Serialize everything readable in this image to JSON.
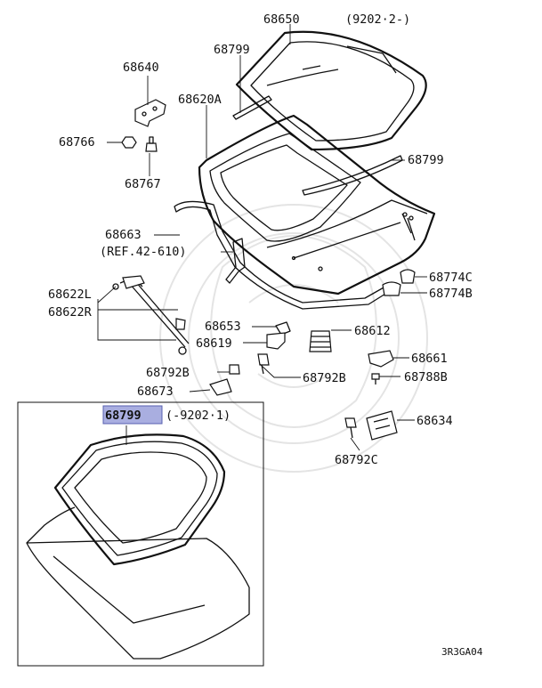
{
  "diagram": {
    "callouts": {
      "p68650": "68650",
      "p68650_range": "(9202·2-)",
      "p68640": "68640",
      "p68799_top": "68799",
      "p68620A": "68620A",
      "p68766": "68766",
      "p68767": "68767",
      "p68799_right": "68799",
      "p68663": "68663",
      "ref": "(REF.42-610)",
      "p68622L": "68622L",
      "p68622R": "68622R",
      "p68774C": "68774C",
      "p68774B": "68774B",
      "p68653": "68653",
      "p68619": "68619",
      "p68612": "68612",
      "p68661": "68661",
      "p68792B_left": "68792B",
      "p68792B_right": "68792B",
      "p68788B": "68788B",
      "p68673": "68673",
      "p68634": "68634",
      "p68792C": "68792C"
    },
    "inset": {
      "part": "68799",
      "range": "(-9202·1)"
    },
    "code": "3R3GA04",
    "highlight_color": "#a9aee0"
  }
}
